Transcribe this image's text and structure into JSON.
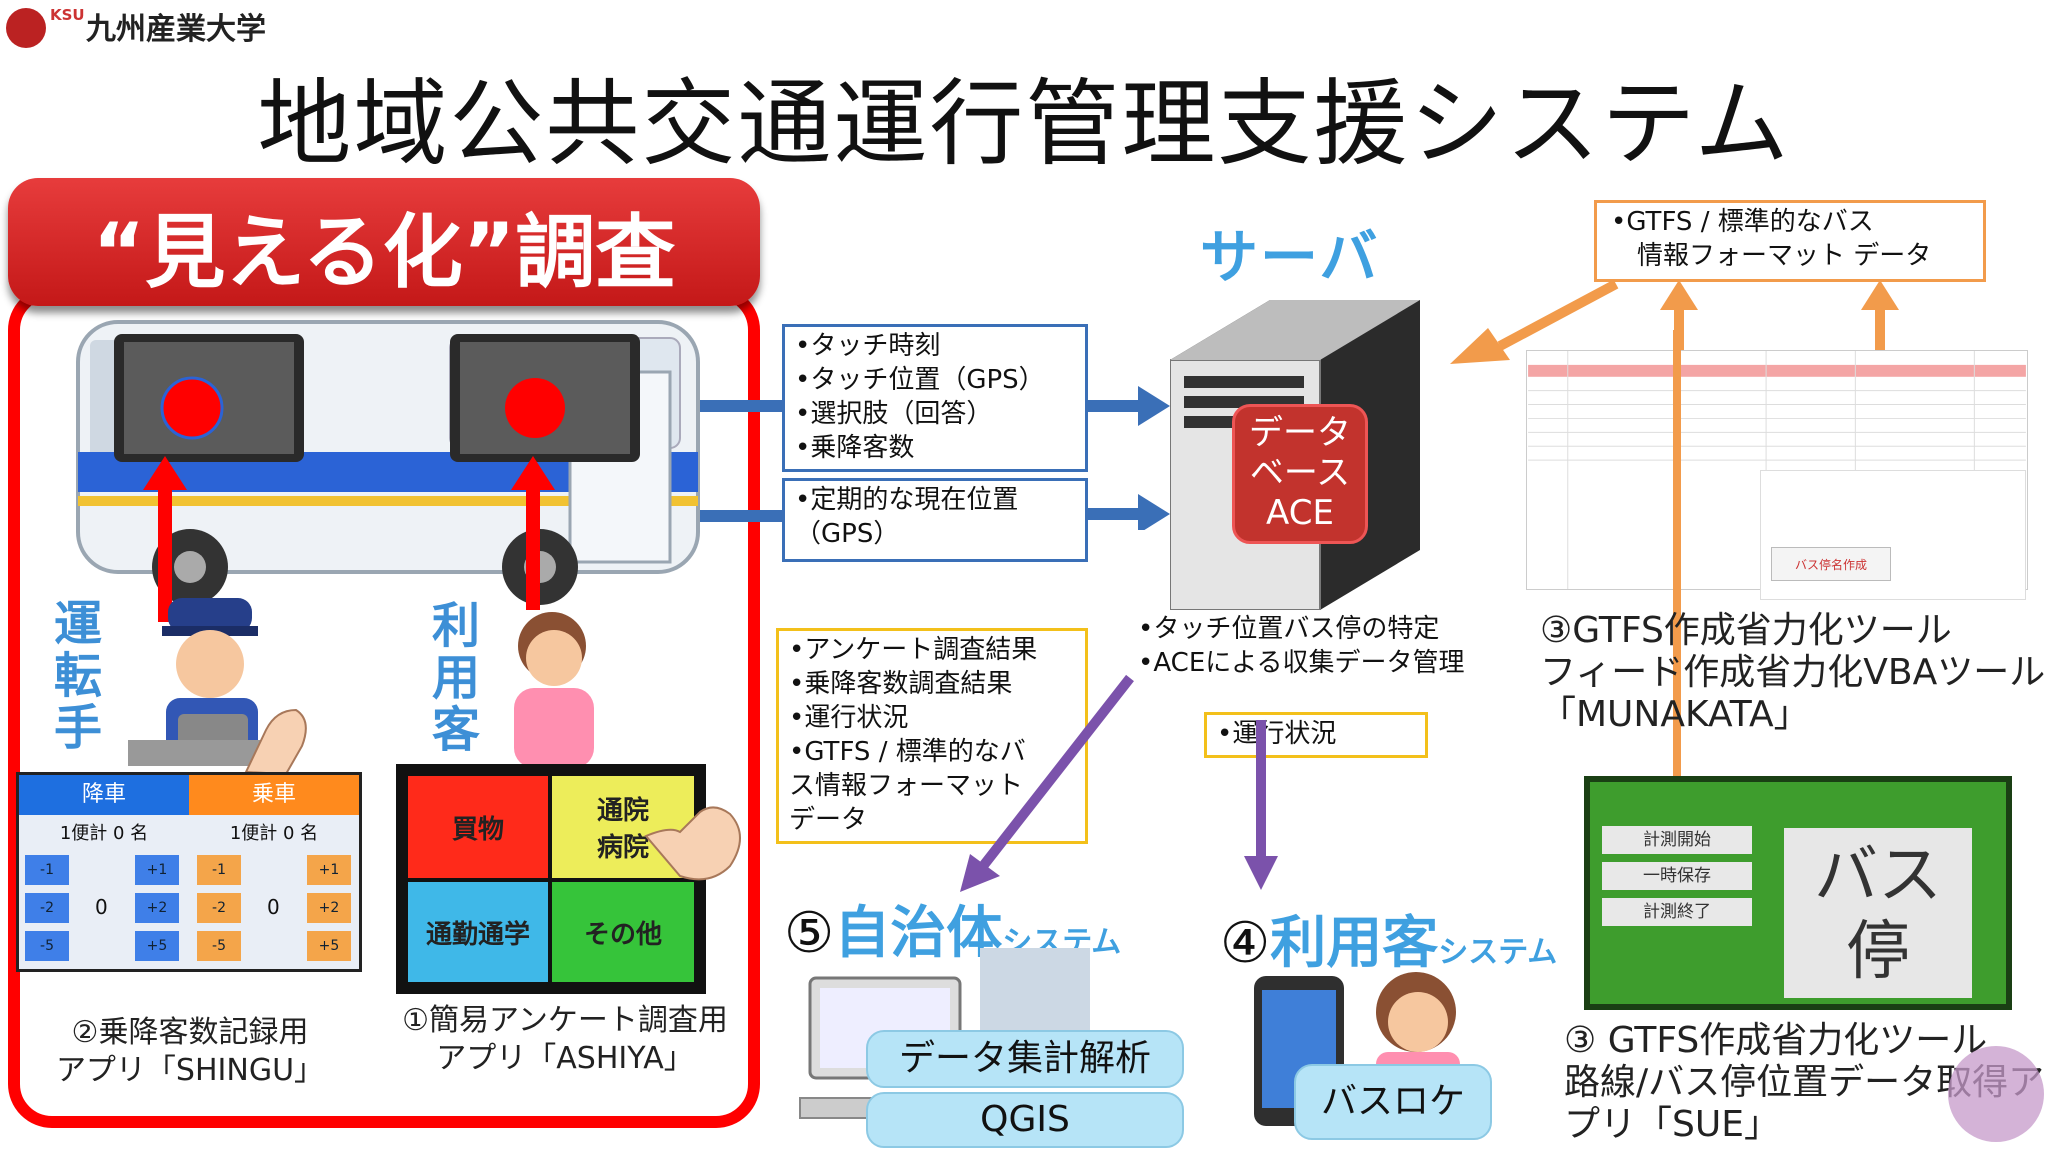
{
  "header": {
    "logo_abbr": "KSU",
    "university": "九州産業大学",
    "title": "地域公共交通運行管理支援システム"
  },
  "left_panel": {
    "banner": "“見える化”調査",
    "driver_label": "運転手",
    "passenger_label": "利用客",
    "tablet1": {
      "alight": "降車",
      "board": "乗車",
      "alight_count": "1便計 0 名",
      "board_count": "1便計 0 名",
      "buttons": [
        "-1",
        "+1",
        "-2",
        "+2",
        "-5",
        "+5"
      ],
      "zero": "0"
    },
    "tablet2": {
      "shopping": "買物",
      "hospital": "通院\n病院",
      "commute": "通勤通学",
      "other": "その他"
    },
    "caption_app2_line1": "②乗降客数記録用",
    "caption_app2_line2": "アプリ「SHINGU」",
    "caption_app1_line1": "①簡易アンケート調査用",
    "caption_app1_line2": "アプリ「ASHIYA」"
  },
  "middle": {
    "box1": [
      "•タッチ時刻",
      "•タッチ位置（GPS）",
      "•選択肢（回答）",
      "•乗降客数"
    ],
    "box2": [
      "•定期的な現在位置",
      "（GPS）"
    ],
    "box3": [
      "•アンケート調査結果",
      "•乗降客数調査結果",
      "•運行状況",
      "•GTFS / 標準的なバ",
      "ス情報フォーマット",
      "データ"
    ],
    "server_title": "サーバ",
    "db_line1": "データ",
    "db_line2": "ベース",
    "db_line3": "ACE",
    "server_notes": [
      "•タッチ位置バス停の特定",
      "•ACEによる収集データ管理"
    ],
    "status_box": "•運行状況",
    "system5_num": "⑤",
    "system5_title": "自治体",
    "system5_small": "システム",
    "system4_num": "④",
    "system4_title": "利用客",
    "system4_small": "システム",
    "pill_analysis": "データ集計解析",
    "pill_qgis": "QGIS",
    "pill_busloc": "バスロケ"
  },
  "right": {
    "gtfs_box": [
      "•GTFS / 標準的なバス",
      "　情報フォーマット データ"
    ],
    "tool3_lines": [
      "③GTFS作成省力化ツール",
      "フィード作成省力化VBAツール",
      "「MUNAKATA」"
    ],
    "sue_buttons": [
      "計測開始",
      "一時保存",
      "計測終了"
    ],
    "sue_big": "バス\n停",
    "tool3b_lines": [
      "③ GTFS作成省力化ツール",
      "路線/バス停位置データ取得ア",
      "プリ「SUE」"
    ],
    "sheet_button": "バス停名作成"
  },
  "colors": {
    "red": "#ff0000",
    "blue_box": "#3a6fb7",
    "orange": "#f29b4b",
    "purple": "#7b52ab",
    "title_blue": "#3fa0e0"
  }
}
